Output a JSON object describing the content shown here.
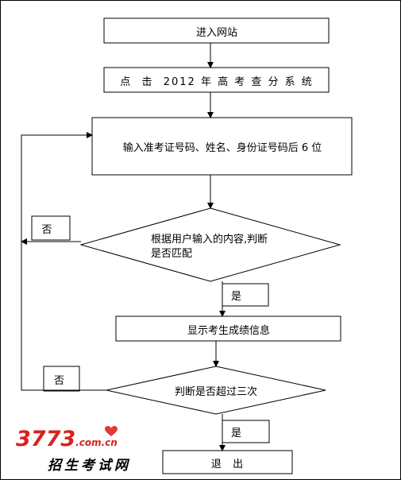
{
  "flowchart": {
    "step_enter_site": "进入网站",
    "step_click_system": "点  击  2012 年 高 考 查 分 系 统",
    "step_input_info": "输入准考证号码、姓名、身份证号码后 6 位",
    "decision_match_line1": "根据用户输入的内容,判断",
    "decision_match_line2": "是否匹配",
    "label_no_1": "否",
    "label_yes_1": "是",
    "step_show_scores": "显示考生成绩信息",
    "decision_attempts": "判断是否超过三次",
    "label_no_2": "否",
    "label_yes_2": "是",
    "step_exit": "退  出"
  },
  "watermark": {
    "number": "3773",
    "domain": ".com.cn",
    "subtitle": "招生考试网",
    "colors": {
      "number": "#d9211c",
      "heart": "#e8383d"
    }
  }
}
